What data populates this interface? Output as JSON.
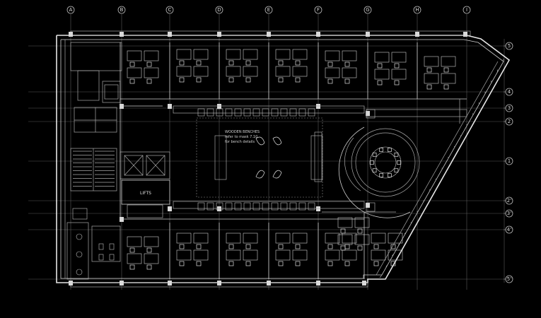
{
  "grid": {
    "columns": [
      "A",
      "B",
      "C",
      "D",
      "E",
      "F",
      "G",
      "H",
      "I"
    ],
    "rows_right": [
      "5",
      "4",
      "3",
      "2",
      "1",
      "2'",
      "3'",
      "4'",
      "5'"
    ]
  },
  "labels": {
    "lifts": "LIFTS",
    "bench_note_1": "WOODEN BENCHES",
    "bench_note_2": "refer to mask 7.10",
    "bench_note_3": "for bench details"
  },
  "colors": {
    "background": "#000000",
    "line": "#e6e6e6",
    "grid": "#5a5a5a"
  }
}
